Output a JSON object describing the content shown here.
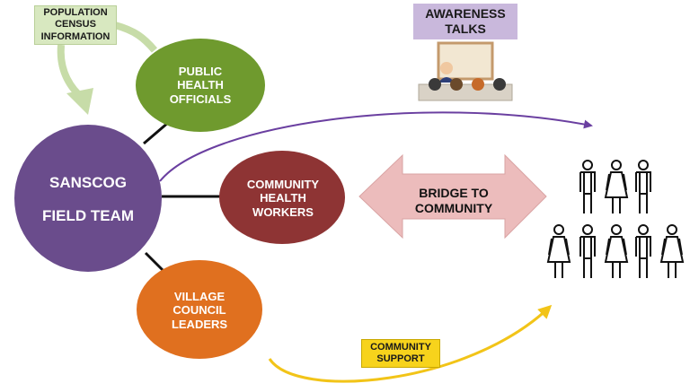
{
  "labels": {
    "census": "POPULATION\nCENSUS\nINFORMATION",
    "awareness": "AWARENESS\nTALKS",
    "sanscog": "SANSCOG\nFIELD TEAM",
    "public_health": "PUBLIC\nHEALTH\nOFFICIALS",
    "chw": "COMMUNITY\nHEALTH\nWORKERS",
    "village": "VILLAGE\nCOUNCIL\nLEADERS",
    "bridge": "BRIDGE TO\nCOMMUNITY",
    "support": "COMMUNITY\nSUPPORT"
  },
  "icons": {
    "presentation": "presentation-talk-icon",
    "community": "people-group-icon"
  },
  "colors": {
    "sanscog": "#6a4c8c",
    "public_health": "#6f9a2e",
    "chw": "#8e3434",
    "village": "#e0701f",
    "bridge": "#ecbcbc",
    "census_box": "#d8e8c0",
    "awareness_box": "#c9b8dc",
    "support_box": "#f7d31c",
    "awareness_arrow": "#6a3fa0",
    "support_arrow": "#f2c418",
    "census_arrow": "#c7dca8"
  }
}
